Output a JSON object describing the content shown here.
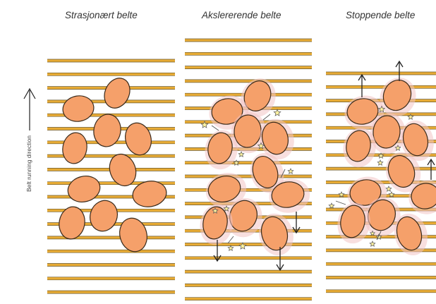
{
  "panels": [
    {
      "title": "Strasjonært belte"
    },
    {
      "title": "Akslererende belte"
    },
    {
      "title": "Stoppende belte"
    }
  ],
  "side_label": "Belt running direction",
  "colors": {
    "belt_bar": "#e7ab35",
    "belt_edge": "#6a5a30",
    "egg_fill": "#f5a06a",
    "egg_stroke": "#3a2a1a",
    "glow": "#f3c4c4",
    "star_fill": "#fff3a0",
    "arrow": "#222222"
  },
  "icons": {
    "direction_arrow": "up-arrow-icon",
    "egg": "egg-icon",
    "impact": "star-icon",
    "motion": "arrow-icon"
  }
}
